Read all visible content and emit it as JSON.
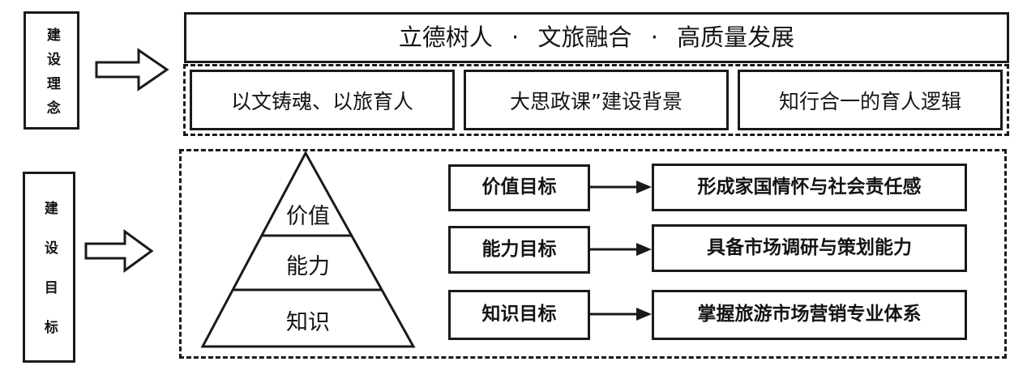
{
  "colors": {
    "ink": "#1a1a1a",
    "background": "#ffffff"
  },
  "left_labels": {
    "concept": "建设理念",
    "goal": "建设目标"
  },
  "concept_section": {
    "banner": "立德树人 · 文旅融合 · 高质量发展",
    "items": [
      "以文铸魂、以旅育人",
      "大思政课”建设背景",
      "知行合一的育人逻辑"
    ]
  },
  "goal_section": {
    "pyramid_levels": [
      "价值",
      "能力",
      "知识"
    ],
    "rows": [
      {
        "label": "价值目标",
        "desc": "形成家国情怀与社会责任感"
      },
      {
        "label": "能力目标",
        "desc": "具备市场调研与策划能力"
      },
      {
        "label": "知识目标",
        "desc": "掌握旅游市场营销专业体系"
      }
    ]
  }
}
